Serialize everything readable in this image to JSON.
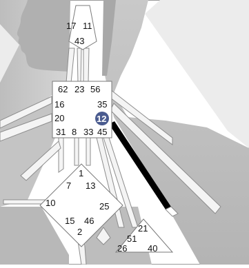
{
  "colors": {
    "background": "#ffffff",
    "body_fill": "#c8c8c8",
    "body_dark": "#9e9e9e",
    "light_panel": "#ececec",
    "channel_fill": "#d9d9d9",
    "center_fill": "#ffffff",
    "active_gate": "#4a5b8f",
    "defined_channel": "#000000",
    "text": "#111111"
  },
  "gates": {
    "g17": "17",
    "g11": "11",
    "g43": "43",
    "g62": "62",
    "g23": "23",
    "g56": "56",
    "g16": "16",
    "g35": "35",
    "g20": "20",
    "g12": "12",
    "g31": "31",
    "g8": "8",
    "g33": "33",
    "g45": "45",
    "g1": "1",
    "g7": "7",
    "g13": "13",
    "g10": "10",
    "g25": "25",
    "g15": "15",
    "g46": "46",
    "g2": "2",
    "g21": "21",
    "g51": "51",
    "g26": "26",
    "g40": "40"
  },
  "active_gate": "12"
}
